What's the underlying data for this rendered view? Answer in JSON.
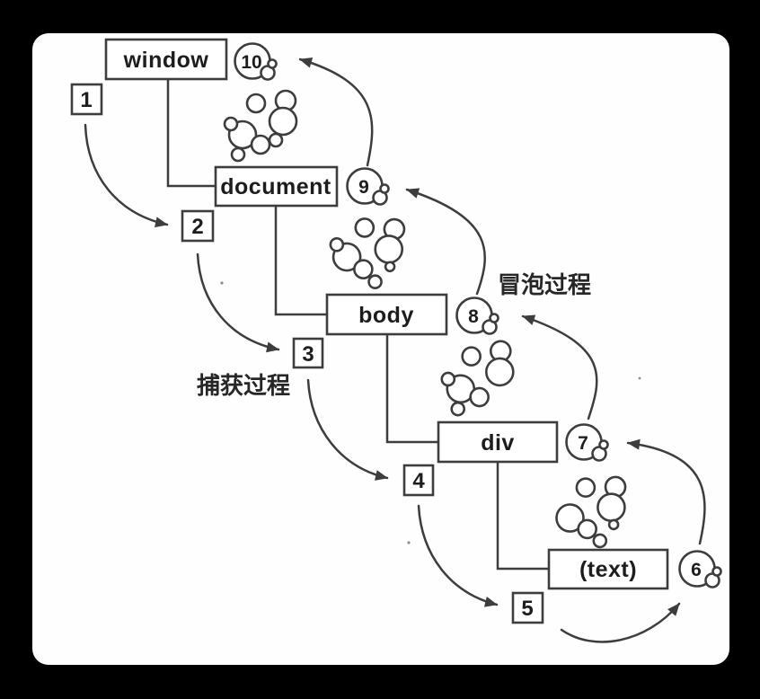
{
  "colors": {
    "background": "#000000",
    "paper": "#ffffff",
    "ink": "#3d3d3d"
  },
  "nodes": [
    {
      "label": "window"
    },
    {
      "label": "document"
    },
    {
      "label": "body"
    },
    {
      "label": "div"
    },
    {
      "label": "(text)"
    }
  ],
  "steps": {
    "capture": [
      "1",
      "2",
      "3",
      "4",
      "5"
    ],
    "bubble": [
      "6",
      "7",
      "8",
      "9",
      "10"
    ]
  },
  "labels": {
    "capture_phase": "捕获过程",
    "bubble_phase": "冒泡过程"
  }
}
